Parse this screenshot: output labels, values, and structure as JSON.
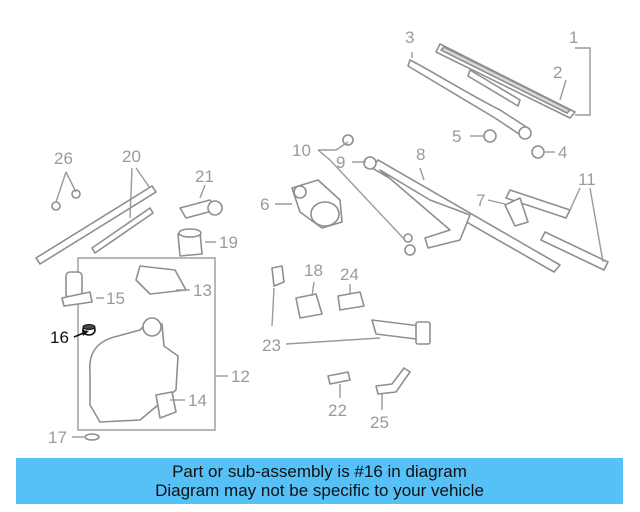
{
  "callouts": {
    "c1": "1",
    "c2": "2",
    "c3": "3",
    "c4": "4",
    "c5": "5",
    "c6": "6",
    "c7": "7",
    "c8": "8",
    "c9": "9",
    "c10": "10",
    "c11": "11",
    "c12": "12",
    "c13": "13",
    "c14": "14",
    "c15": "15",
    "c16": "16",
    "c17": "17",
    "c18": "18",
    "c19": "19",
    "c20": "20",
    "c21": "21",
    "c22": "22",
    "c23": "23",
    "c24": "24",
    "c25": "25",
    "c26": "26"
  },
  "highlighted_part": "16",
  "colors": {
    "banner": "#55c1f7",
    "callout": "#9a9a9a",
    "highlight": "#111111"
  },
  "banner": {
    "line1": "Part or sub-assembly is #16 in diagram",
    "line2": "Diagram may not be specific to your vehicle"
  }
}
